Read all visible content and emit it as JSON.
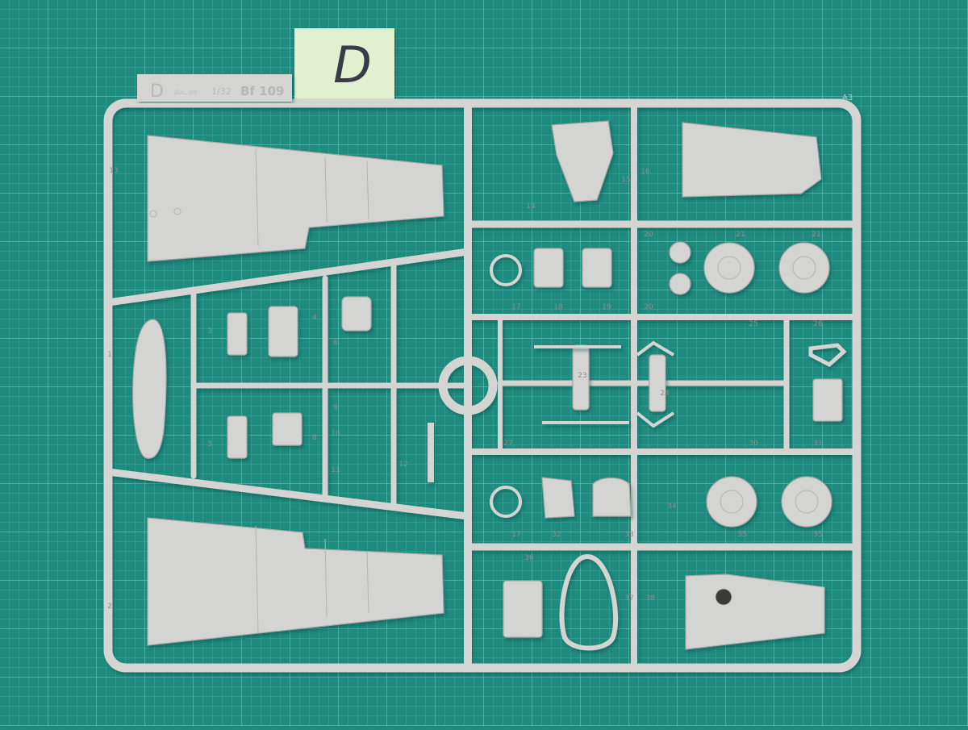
{
  "note_label": "D",
  "sprue_tab": {
    "letter": "D",
    "script": "ஸ்ட்ரா",
    "scale": "1/32",
    "model": "Bf 109"
  },
  "corner_code": "A3",
  "part_numbers": {
    "p1": "1",
    "p2": "2",
    "p3a": "3",
    "p3b": "3",
    "p4": "4",
    "p6": "6",
    "p8": "8",
    "p9": "9",
    "p10": "10",
    "p11": "11",
    "p12": "12",
    "p13": "13",
    "p14": "14",
    "p15": "15",
    "p16": "16",
    "p17a": "17",
    "p17b": "17",
    "p18": "18",
    "p19": "19",
    "p20a": "20",
    "p20b": "20",
    "p21a": "21",
    "p21b": "21",
    "p23": "23",
    "p24": "24",
    "p25": "25",
    "p26": "26",
    "p27": "27",
    "p30": "30",
    "p31": "31",
    "p32": "32",
    "p33": "33",
    "p34": "34",
    "p35a": "35",
    "p35b": "35",
    "p36": "36",
    "p37": "37",
    "p38": "38"
  },
  "colors": {
    "mat": "#1f8a7e",
    "grid_fine": "#43a69a",
    "grid_major": "#6cc0b4",
    "plastic": "#d4d4d2",
    "plastic_dark": "#a9a9a7",
    "note": "#e3f0cf"
  }
}
